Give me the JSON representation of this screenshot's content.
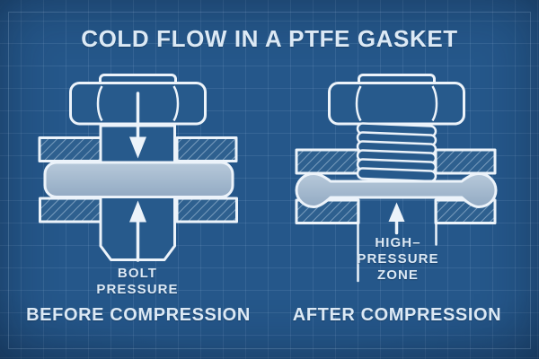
{
  "title": "COLD FLOW IN A PTFE GASKET",
  "panels": {
    "before": {
      "caption": "BEFORE COMPRESSION",
      "pressure_label_lines": [
        "BOLT",
        "PRESSURE"
      ]
    },
    "after": {
      "caption": "AFTER COMPRESSION",
      "zone_label_lines": [
        "HIGH–",
        "PRESSURE",
        "ZONE"
      ]
    }
  },
  "icons": {
    "down_arrow": "↓",
    "up_arrow": "↑"
  },
  "colors": {
    "bg": "#25578a",
    "grid": "rgba(173,205,236,0.12)",
    "line": "#ecf3fa",
    "bolt_fill": "#275a8c",
    "plate_fill": "#2e608f",
    "hatch": "rgba(214,231,247,0.5)",
    "gasket_light": "#b7c9da",
    "gasket_dark": "#92aac3",
    "text": "#dce9f5",
    "frame": "rgba(190,215,240,0.2)",
    "vignette": "rgba(7,20,40,0.55)"
  }
}
